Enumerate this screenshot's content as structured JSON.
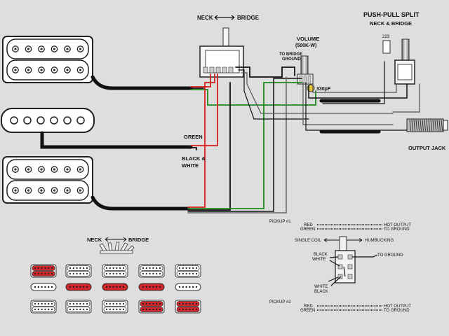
{
  "labels": {
    "neck_bridge_top_neck": "NECK",
    "neck_bridge_top_bridge": "BRIDGE",
    "push_pull_line1": "PUSH-PULL  SPLIT",
    "push_pull_line2": "NECK & BRIDGE",
    "pot_223": "223",
    "volume_line1": "VOLUME",
    "volume_line2": "(500K-W)",
    "to_bridge_ground_1": "TO BRIDGE",
    "to_bridge_ground_2": "GROUND",
    "cap": "330pF",
    "output_jack": "OUTPUT JACK",
    "green": "GREEN",
    "black_white_1": "BLACK &",
    "black_white_2": "WHITE",
    "neck_bridge_bottom_neck": "NECK",
    "neck_bridge_bottom_bridge": "BRIDGE",
    "pickup1": "PICKUP #1",
    "pickup1_red": "RED",
    "pickup1_green": "GREEN",
    "pickup1_hot": "HOT OUTPUT",
    "pickup1_ground": "TO GROUND",
    "single_coil": "SINGLE COIL",
    "humbucking": "HUMBUCKING",
    "sw_black": "BLACK",
    "sw_white": "WHITE",
    "sw_to_ground": "TO GROUND",
    "sw_white2": "WHITE",
    "sw_black2": "BLACK",
    "pickup2": "PICKUP #2",
    "pickup2_red": "RED",
    "pickup2_green": "GREEN",
    "pickup2_hot": "HOT OUTPUT",
    "pickup2_ground": "TO GROUND"
  },
  "positions_grid": {
    "rows": [
      [
        "red-hb",
        "grey-hb",
        "grey-hb",
        "grey-hb",
        "grey-hb"
      ],
      [
        "grey-sc",
        "red-sc",
        "red-sc",
        "red-sc",
        "grey-sc"
      ],
      [
        "grey-hb",
        "grey-hb",
        "grey-hb",
        "red-hb",
        "red-hb"
      ]
    ]
  },
  "colors": {
    "background": "#dedede",
    "wire_red": "#d42020",
    "wire_green": "#1e8a1e",
    "wire_black": "#111111",
    "active_coil": "#d2262a"
  }
}
